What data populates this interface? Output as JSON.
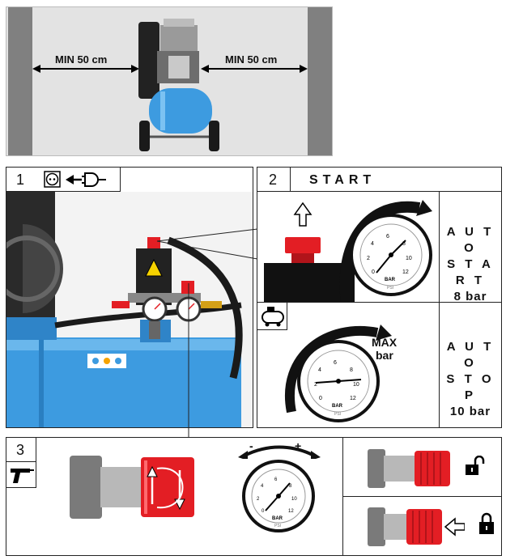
{
  "top": {
    "min_left": "MIN 50 cm",
    "min_right": "MIN 50 cm"
  },
  "panel1": {
    "number": "1"
  },
  "panel2": {
    "number": "2",
    "title": "START",
    "start_label": [
      "A U T O",
      "S T A R T"
    ],
    "start_bar": "8 bar",
    "max_label": "MAX",
    "max_unit": "bar",
    "stop_label": [
      "A U T O",
      "S T O P"
    ],
    "stop_bar": "10 bar"
  },
  "panel3": {
    "number": "3",
    "minus": "-",
    "plus": "+"
  },
  "gauge": {
    "unit_inner": "BAR",
    "unit_outer": "PSI",
    "bar_ticks": [
      "0",
      "2",
      "4",
      "6",
      "8",
      "10",
      "12"
    ]
  },
  "colors": {
    "tank_blue": "#3d9be0",
    "red": "#e31e24",
    "wall_grey": "#808080",
    "dark": "#1a1a1a"
  }
}
